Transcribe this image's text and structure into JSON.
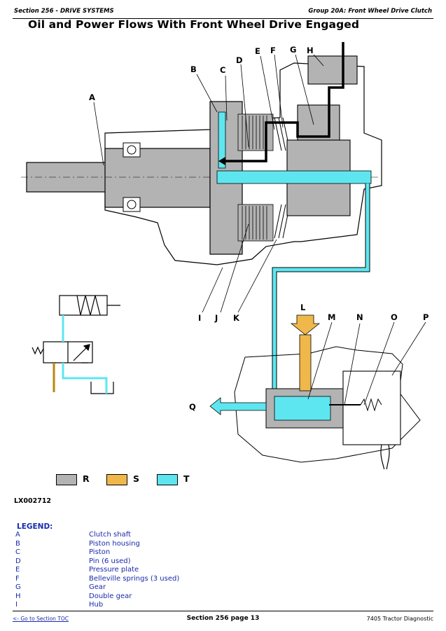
{
  "header": {
    "section": "Section 256 - DRIVE SYSTEMS",
    "group": "Group 20A: Front Wheel Drive Clutch"
  },
  "title": "Oil and Power Flows With Front Wheel Drive Engaged",
  "callouts": {
    "A": "A",
    "B": "B",
    "C": "C",
    "D": "D",
    "E": "E",
    "F": "F",
    "G": "G",
    "H": "H",
    "I": "I",
    "J": "J",
    "K": "K",
    "L": "L",
    "M": "M",
    "N": "N",
    "O": "O",
    "P": "P",
    "Q": "Q"
  },
  "colors": {
    "R": "#b3b3b3",
    "S": "#f0b84a",
    "T": "#5ee6f0",
    "legend_text": "#1a2aa8"
  },
  "swatches": [
    {
      "key": "R",
      "label": "R",
      "color": "#b3b3b3"
    },
    {
      "key": "S",
      "label": "S",
      "color": "#f0b84a"
    },
    {
      "key": "T",
      "label": "T",
      "color": "#5ee6f0"
    }
  ],
  "figure_id": "LX002712",
  "legend": {
    "heading": "LEGEND:",
    "items": [
      {
        "key": "A",
        "text": "Clutch shaft"
      },
      {
        "key": "B",
        "text": "Piston housing"
      },
      {
        "key": "C",
        "text": "Piston"
      },
      {
        "key": "D",
        "text": "Pin (6 used)"
      },
      {
        "key": "E",
        "text": "Pressure plate"
      },
      {
        "key": "F",
        "text": "Belleville springs (3 used)"
      },
      {
        "key": "G",
        "text": "Gear"
      },
      {
        "key": "H",
        "text": "Double gear"
      },
      {
        "key": "I",
        "text": "Hub"
      }
    ]
  },
  "footer": {
    "toc_link": "<- Go to Section TOC",
    "page": "Section 256 page 13",
    "doc": "7405 Tractor Diagnostic"
  }
}
